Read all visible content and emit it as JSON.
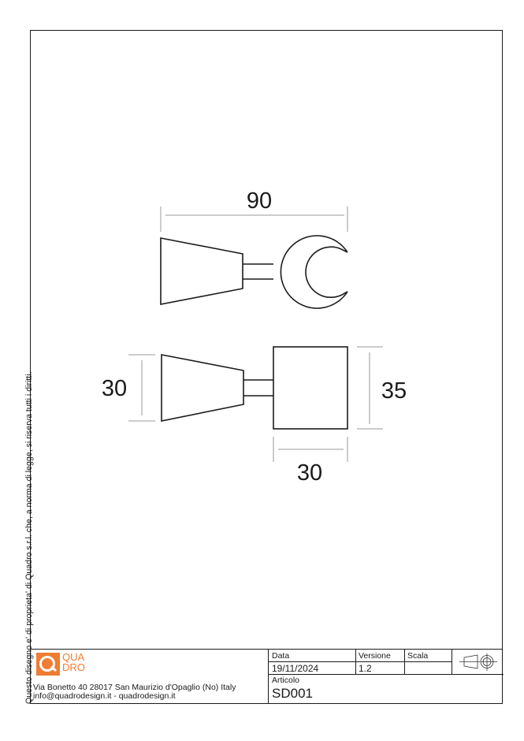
{
  "drawing": {
    "dimensions": {
      "top_view_width": "90",
      "front_view_left_height": "30",
      "front_view_right_height": "35",
      "front_view_box_width": "30"
    }
  },
  "side_note": "Questo disegno e' di proprieta' di Quadro s.r.l. che, a norma di legge, si riserva tutti i diritti.",
  "title_block": {
    "logo": {
      "line1": "QUA",
      "line2": "DRO",
      "color": "#ef7d33"
    },
    "address_line1": "Via Bonetto 40  28017 San Maurizio d'Opaglio (No) Italy",
    "address_line2": "info@quadrodesign.it  -  quadrodesign.it",
    "data_label": "Data",
    "data_value": "19/11/2024",
    "versione_label": "Versione",
    "versione_value": "1.2",
    "scala_label": "Scala",
    "scala_value": "",
    "articolo_label": "Articolo",
    "articolo_value": "SD001",
    "projection_symbol": "first-angle-projection-icon"
  }
}
